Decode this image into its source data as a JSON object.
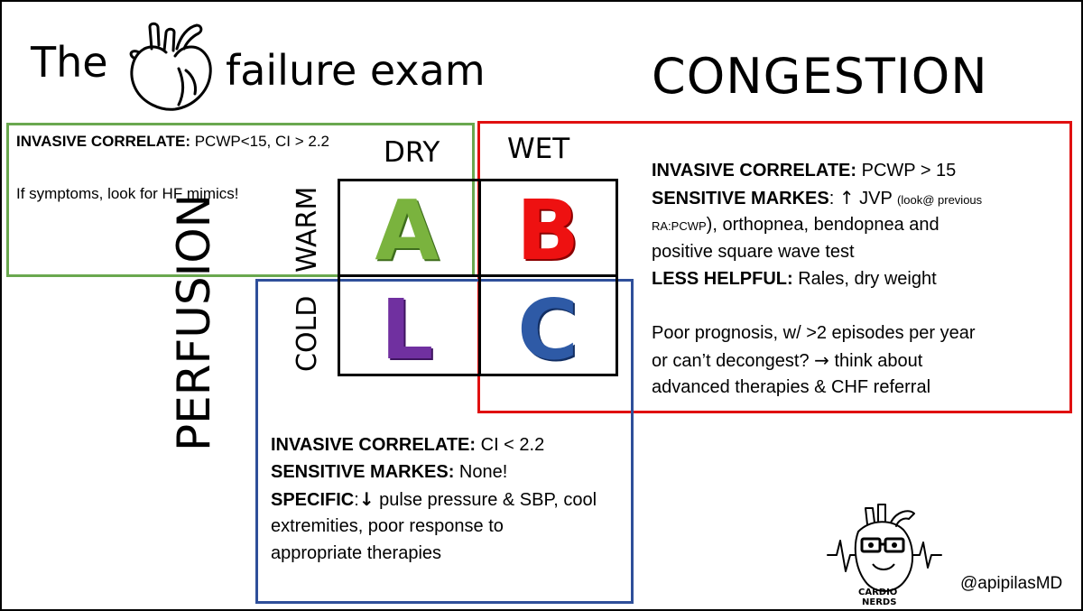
{
  "title": {
    "prefix": "The",
    "suffix": "failure exam"
  },
  "axes": {
    "congestion": "CONGESTION",
    "perfusion": "PERFUSION"
  },
  "grid": {
    "columns": [
      "DRY",
      "WET"
    ],
    "rows": [
      "WARM",
      "COLD"
    ],
    "cells": {
      "warm_dry": "A",
      "warm_wet": "B",
      "cold_dry": "L",
      "cold_wet": "C"
    }
  },
  "colors": {
    "green": "#6aa84f",
    "red": "#e01010",
    "blue": "#2f4f9a",
    "purple": "#7030a0"
  },
  "dry_box": {
    "invasive_label": "INVASIVE CORRELATE:",
    "invasive_value": " PCWP<15, CI > 2.2",
    "note": "If symptoms, look for HF mimics!"
  },
  "wet_box": {
    "invasive_label": "INVASIVE CORRELATE:",
    "invasive_value": " PCWP > 15",
    "sensitive_label": "SENSITIVE MARKES",
    "sensitive_colon": ": ",
    "up_arrow": "↑",
    "sensitive_value_a": " JVP ",
    "sensitive_note": "(look@ previous",
    "sensitive_note_2": "RA:PCWP",
    "sensitive_value_b": "), orthopnea, bendopnea and",
    "sensitive_value_c": "positive square wave test",
    "less_label": "LESS HELPFUL:",
    "less_value": " Rales, dry weight",
    "prognosis_1": "Poor prognosis, w/ >2 episodes per year",
    "prognosis_2a": "or can’t decongest? ",
    "right_arrow": "→",
    "prognosis_2b": " think about",
    "prognosis_3": "advanced therapies & CHF referral"
  },
  "cold_box": {
    "invasive_label": "INVASIVE CORRELATE:",
    "invasive_value": " CI < 2.2",
    "sensitive_label": "SENSITIVE MARKES:",
    "sensitive_value": " None!",
    "specific_label": "SPECIFIC",
    "specific_colon": ":",
    "down_arrow": "↓",
    "specific_value_a": " pulse pressure & SBP, cool",
    "specific_value_b": "extremities, poor response to",
    "specific_value_c": "appropriate therapies"
  },
  "logo": {
    "line1": "CARDIO",
    "line2": "NERDS"
  },
  "handle": "@apipilasMD"
}
